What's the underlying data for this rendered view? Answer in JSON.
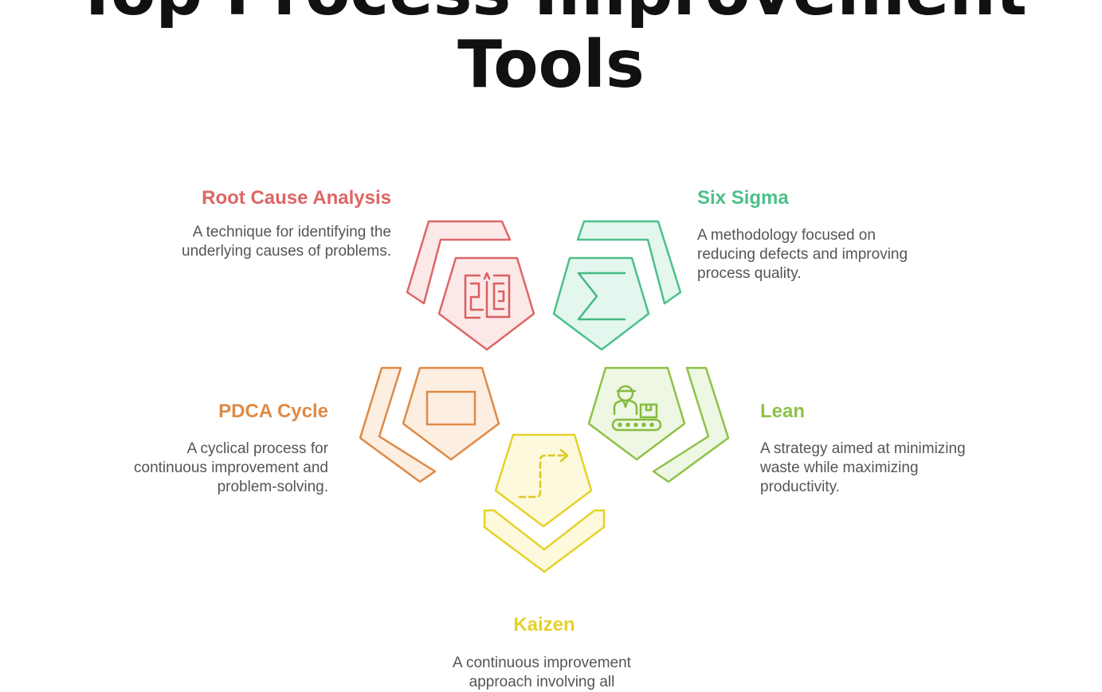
{
  "title": {
    "line1": "Top Process Improvement",
    "line2": "Tools"
  },
  "colors": {
    "root_cause": "#dd6666",
    "six_sigma": "#4cc08a",
    "pdca": "#de8a45",
    "lean": "#8ec247",
    "kaizen": "#e4d22a"
  },
  "items": {
    "root_cause": {
      "title": "Root Cause Analysis",
      "desc_lines": [
        "A technique for identifying the",
        "underlying causes of problems."
      ],
      "icon": "maze-icon"
    },
    "six_sigma": {
      "title": "Six Sigma",
      "desc_lines": [
        "A methodology focused on",
        "reducing defects and improving",
        "process quality."
      ],
      "icon": "sigma-icon"
    },
    "pdca": {
      "title": "PDCA Cycle",
      "desc_lines": [
        "A cyclical process for",
        "continuous improvement and",
        "problem-solving."
      ],
      "icon": "rectangle-icon"
    },
    "lean": {
      "title": "Lean",
      "desc_lines": [
        "A strategy aimed at minimizing",
        "waste while maximizing",
        "productivity."
      ],
      "icon": "worker-conveyor-icon"
    },
    "kaizen": {
      "title": "Kaizen",
      "desc_lines": [
        "A continuous improvement",
        "approach involving all"
      ],
      "icon": "dashed-path-arrow-icon"
    }
  }
}
